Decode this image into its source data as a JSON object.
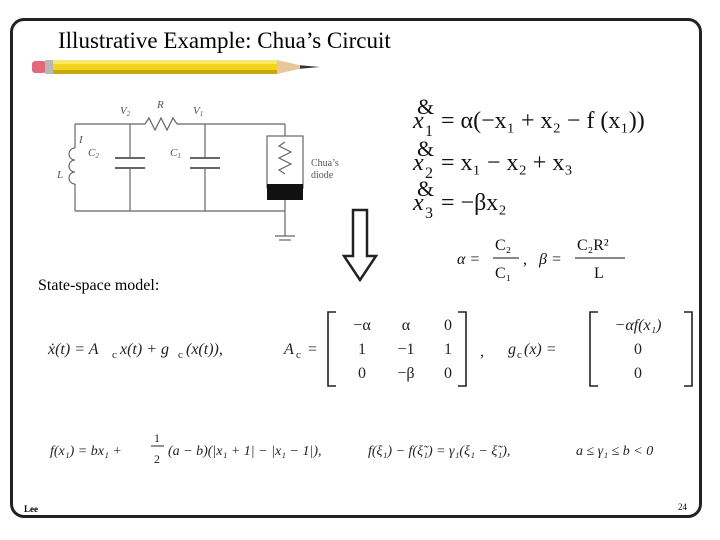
{
  "slide": {
    "title": "Illustrative Example: Chua’s Circuit",
    "state_space_label": "State-space model:",
    "author": "Lee",
    "page_number": "24"
  },
  "circuit": {
    "labels": {
      "v2": "V",
      "v2_sub": "2",
      "r": "R",
      "v1": "V",
      "v1_sub": "1",
      "i": "I",
      "c2": "C",
      "c2_sub": "2",
      "c1": "C",
      "c1_sub": "1",
      "l": "L",
      "diode_line1": "Chua’s",
      "diode_line2": "diode"
    }
  },
  "equations": {
    "eq1": {
      "lhs": "x",
      "glyph": "&",
      "sub": "1",
      "rhs": "= α(−x₁ + x₂ − f (x₁))"
    },
    "eq2": {
      "lhs": "x",
      "glyph": "&",
      "sub": "2",
      "rhs": "= x₁ − x₂ + x₃"
    },
    "eq3": {
      "lhs": "x",
      "glyph": "&",
      "sub": "3",
      "rhs": "= −βx₂"
    },
    "alpha": {
      "lhs": "α =",
      "num": "C₂",
      "den": "C₁",
      "sep": ","
    },
    "beta": {
      "lhs": "β =",
      "num": "C₂R²",
      "den": "L"
    }
  },
  "model": {
    "eq_left": "ẋ(t) = A",
    "sub_c": "c",
    "eq_mid": "x(t) + g",
    "eq_end": "(x(t)),",
    "ac_label": "A",
    "ac_eq": "=",
    "matrix": [
      [
        "−α",
        "α",
        "0"
      ],
      [
        "1",
        "−1",
        "1"
      ],
      [
        "0",
        "−β",
        "0"
      ]
    ],
    "sep": ",",
    "gc_label": "g",
    "gc_arg": "(x) =",
    "gc_vector": [
      "−αf(x₁)",
      "0",
      "0"
    ]
  },
  "fx": {
    "part1": "f(x₁) = bx₁ +",
    "frac_num": "1",
    "frac_den": "2",
    "part2": "(a − b)(|x₁ + 1| − |x₁ − 1|),",
    "part3": "f(ξ₁) − f(ξ̃₁) = γ₁(ξ₁ − ξ̃₁),",
    "part4": "a ≤ γ₁ ≤ b < 0"
  }
}
